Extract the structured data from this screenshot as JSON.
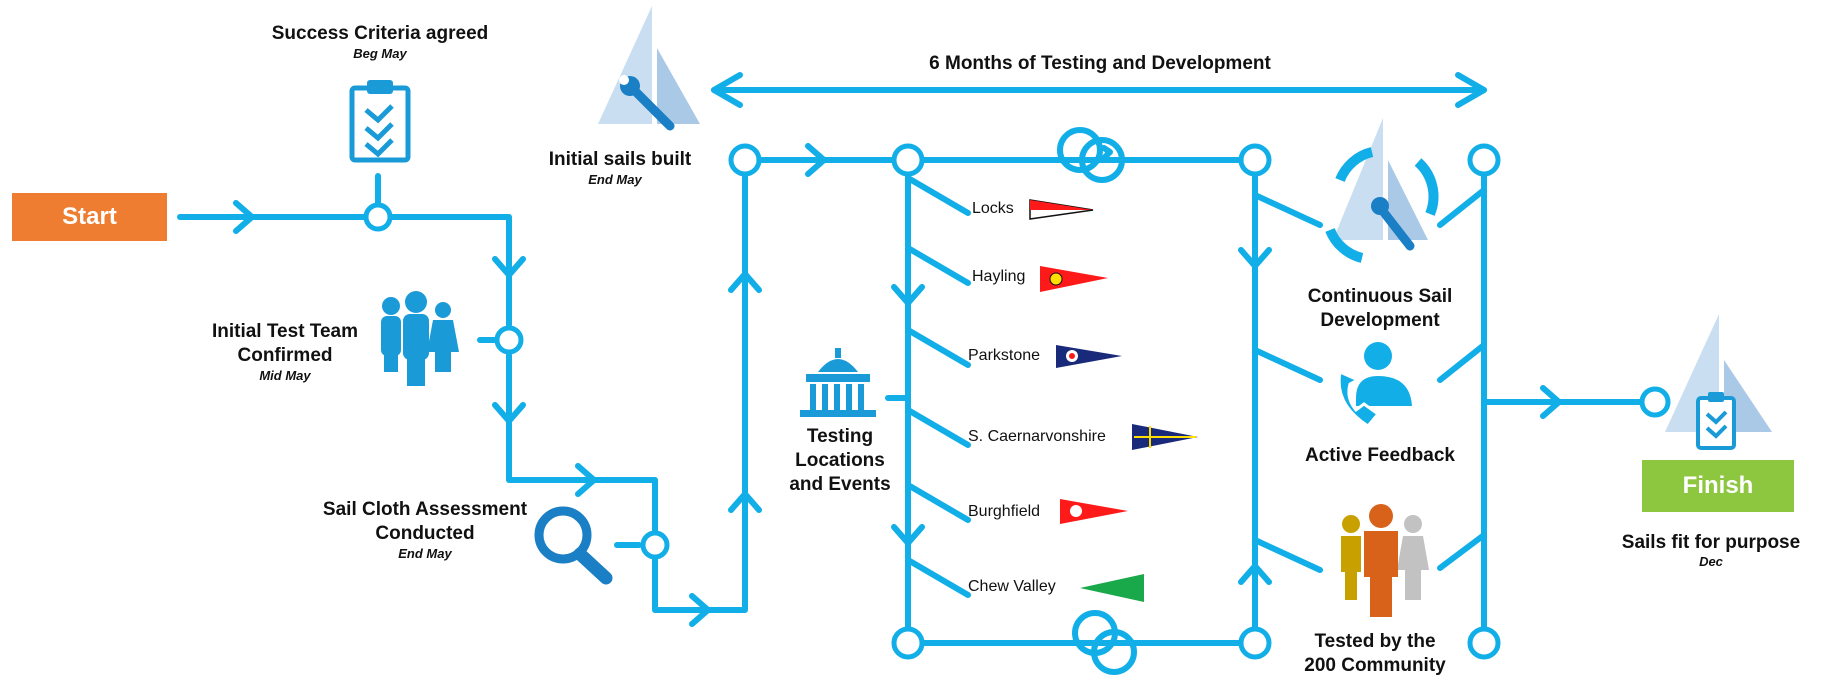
{
  "start_label": "Start",
  "finish_label": "Finish",
  "timeline_label": "6 Months of Testing and Development",
  "milestones": {
    "success": {
      "title": "Success Criteria agreed",
      "date": "Beg May"
    },
    "team": {
      "title_line1": "Initial Test Team",
      "title_line2": "Confirmed",
      "date": "Mid May"
    },
    "cloth": {
      "title_line1": "Sail Cloth Assessment",
      "title_line2": "Conducted",
      "date": "End May"
    },
    "sails": {
      "title": "Initial sails built",
      "date": "End May"
    },
    "finish": {
      "title": "Sails fit for purpose",
      "date": "Dec"
    }
  },
  "testing": {
    "line1": "Testing",
    "line2": "Locations",
    "line3": "and Events"
  },
  "locations": [
    "Locks",
    "Hayling",
    "Parkstone",
    "S. Caernarvonshire",
    "Burghfield",
    "Chew Valley"
  ],
  "outcomes": {
    "development": {
      "line1": "Continuous Sail",
      "line2": "Development"
    },
    "feedback": "Active Feedback",
    "community": {
      "line1": "Tested by the",
      "line2": "200 Community"
    }
  },
  "colors": {
    "line": "#12aee8",
    "start": "#ee7d31",
    "finish": "#8dc63f",
    "icon": "#0c8fd0",
    "sail": "#bfd7ec"
  },
  "icons": [
    "clipboard-icon",
    "team-icon",
    "magnifier-icon",
    "sail-wrench-icon",
    "building-icon",
    "cycle-icon",
    "phone-person-icon",
    "community-icon",
    "sail-clipboard-icon"
  ]
}
